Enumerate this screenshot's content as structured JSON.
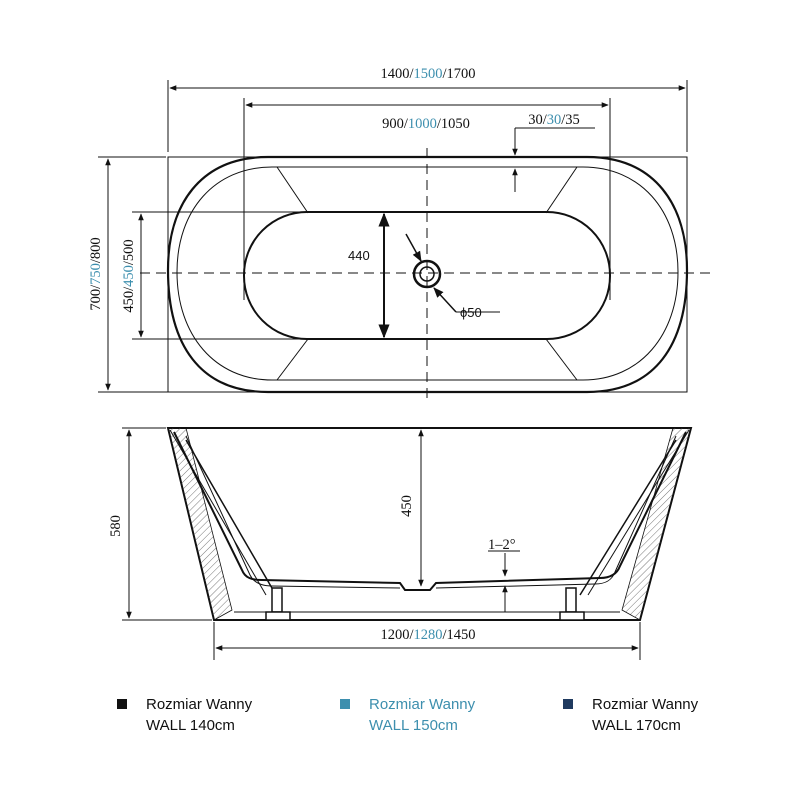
{
  "colors": {
    "ink": "#111111",
    "teal": "#3d8fae",
    "navy": "#1f3a5f"
  },
  "top_view": {
    "overall_length": {
      "a": "1400/",
      "b": "1500",
      "c": "/1700"
    },
    "inner_length": {
      "a": "900/",
      "b": "1000",
      "c": "/1050"
    },
    "rim_offset": {
      "a": "30/",
      "b": "30",
      "c": "/35"
    },
    "overall_width": {
      "a": "700/",
      "b": "750",
      "c": "/800"
    },
    "inner_width": {
      "a": "450/",
      "b": "450",
      "c": "/500"
    },
    "basin_width": "440",
    "drain_diameter": "ϕ50"
  },
  "side_view": {
    "total_height": "580",
    "inner_depth": "450",
    "slope": "1–2°",
    "base_length": {
      "a": "1200/",
      "b": "1280",
      "c": "/1450"
    }
  },
  "legend": [
    {
      "line1": "Rozmiar Wanny",
      "line2": "WALL 140cm",
      "color": "#111111"
    },
    {
      "line1": "Rozmiar Wanny",
      "line2": "WALL 150cm",
      "color": "#3d8fae"
    },
    {
      "line1": "Rozmiar Wanny",
      "line2": "WALL 170cm",
      "color": "#1f3a5f"
    }
  ]
}
